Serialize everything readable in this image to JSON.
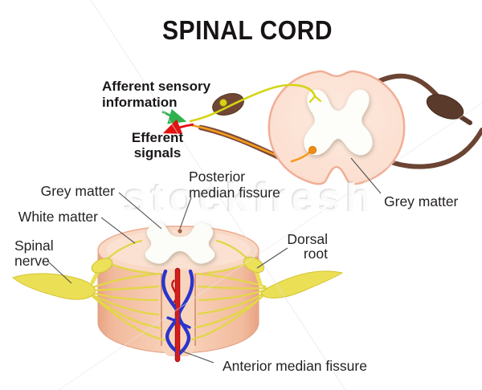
{
  "title": "SPINAL CORD",
  "watermark": "stockfresh",
  "top_diagram": {
    "afferent_label": {
      "line1": "Afferent sensory",
      "line2": "information"
    },
    "efferent_label": {
      "line1": "Efferent",
      "line2": "signals"
    },
    "grey_matter_label": "Grey matter"
  },
  "bottom_diagram": {
    "grey_matter_label": "Grey matter",
    "white_matter_label": "White matter",
    "spinal_nerve_label": {
      "line1": "Spinal",
      "line2": "nerve"
    },
    "posterior_median_fissure_label": {
      "line1": "Posterior",
      "line2": "median fissure"
    },
    "dorsal_root_label": {
      "line1": "Dorsal",
      "line2": "root"
    },
    "anterior_median_fissure_label": "Anterior median fissure"
  },
  "colors": {
    "cord_pink": "#fbdcca",
    "cord_outline_pink": "#f0ae96",
    "grey_matter_white": "#fdfdfa",
    "artery_red": "#d61c1c",
    "vein_blue": "#2b35cc",
    "nerve_yellow": "#ebdf55",
    "afferent_fiber_yellow": "#d5d414",
    "efferent_fiber_orange": "#f59b1e",
    "ganglion_brown": "#5a3a2a",
    "root_brown": "#6b4433",
    "arrow_green": "#2fb14d",
    "arrow_red": "#e31212",
    "label_text": "#262223"
  }
}
